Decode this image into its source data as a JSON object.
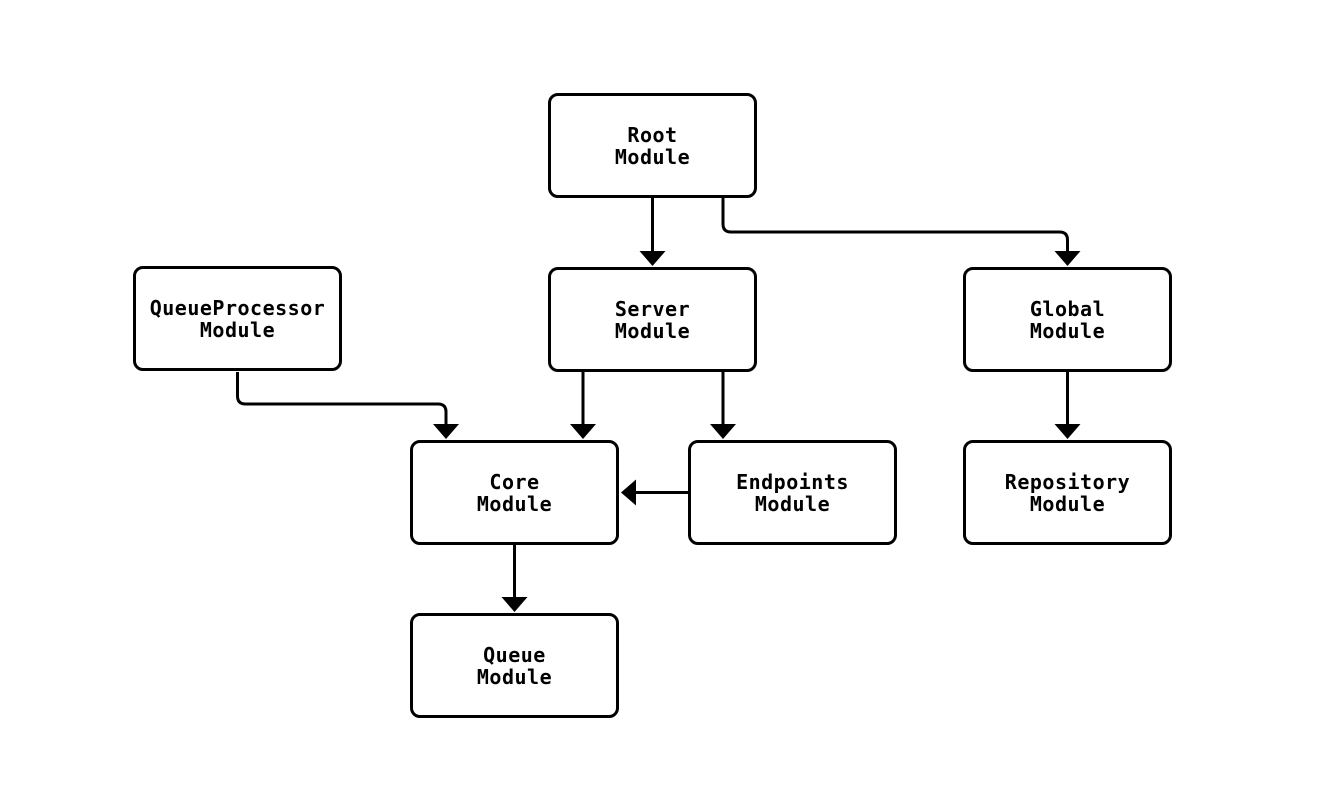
{
  "diagram": {
    "type": "module-dependency-diagram",
    "colors": {
      "background": "#ffffff",
      "node_fill": "#ffffff",
      "node_border": "#000000",
      "edge_stroke": "#000000",
      "text": "#000000"
    },
    "nodes": {
      "root": {
        "label": "Root\nModule"
      },
      "queue_processor": {
        "label": "QueueProcessor\nModule"
      },
      "server": {
        "label": "Server\nModule"
      },
      "global": {
        "label": "Global\nModule"
      },
      "core": {
        "label": "Core\nModule"
      },
      "endpoints": {
        "label": "Endpoints\nModule"
      },
      "repository": {
        "label": "Repository\nModule"
      },
      "queue": {
        "label": "Queue\nModule"
      }
    },
    "edges": [
      {
        "from": "Root Module",
        "to": "Server Module"
      },
      {
        "from": "Root Module",
        "to": "Global Module"
      },
      {
        "from": "QueueProcessor Module",
        "to": "Core Module"
      },
      {
        "from": "Server Module",
        "to": "Core Module"
      },
      {
        "from": "Server Module",
        "to": "Endpoints Module"
      },
      {
        "from": "Endpoints Module",
        "to": "Core Module"
      },
      {
        "from": "Global Module",
        "to": "Repository Module"
      },
      {
        "from": "Core Module",
        "to": "Queue Module"
      }
    ]
  }
}
